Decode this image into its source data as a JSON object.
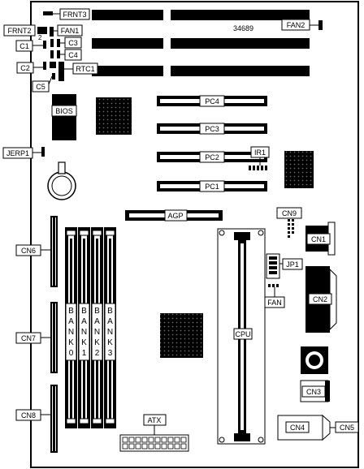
{
  "board_id": "34689",
  "labels": {
    "frnt3": "FRNT3",
    "frnt2": "FRNT2",
    "fan1": "FAN1",
    "fan2": "FAN2",
    "c1": "C1",
    "c2": "C2",
    "c3": "C3",
    "c4": "C4",
    "c5": "C5",
    "rtc1": "RTC1",
    "bios": "BIOS",
    "jerp1": "JERP1",
    "pc1": "PC1",
    "pc2": "PC2",
    "pc3": "PC3",
    "pc4": "PC4",
    "ir1": "IR1",
    "agp": "AGP",
    "cn1": "CN1",
    "cn2": "CN2",
    "cn3": "CN3",
    "cn4": "CN4",
    "cn5": "CN5",
    "cn6": "CN6",
    "cn7": "CN7",
    "cn8": "CN8",
    "cn9": "CN9",
    "jp1": "JP1",
    "fan": "FAN",
    "cpu": "CPU",
    "atx": "ATX",
    "pin_2": "2",
    "bank0": [
      "B",
      "A",
      "N",
      "K",
      "0"
    ],
    "bank1": [
      "B",
      "A",
      "N",
      "K",
      "1"
    ],
    "bank2": [
      "B",
      "A",
      "N",
      "K",
      "2"
    ],
    "bank3": [
      "B",
      "A",
      "N",
      "K",
      "3"
    ]
  },
  "colors": {
    "ink": "#000000",
    "paper": "#ffffff"
  }
}
